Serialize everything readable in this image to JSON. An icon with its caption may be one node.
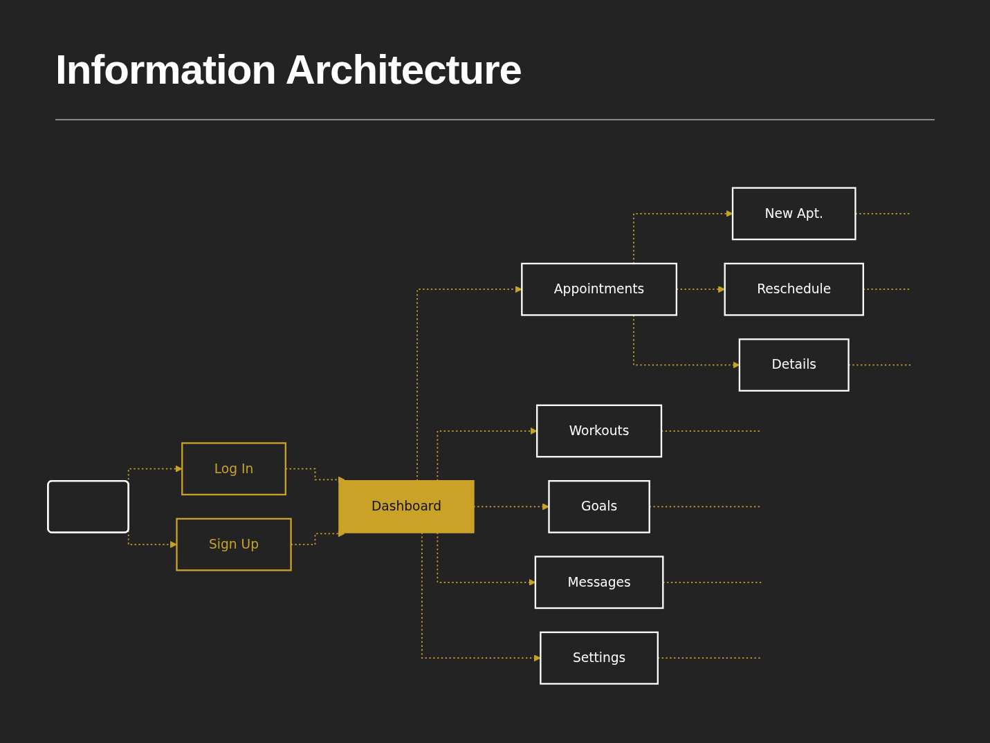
{
  "diagram": {
    "title": "Information Architecture",
    "nodes": [
      {
        "text": [],
        "shape": "box"
      },
      {
        "text": [
          "Log In"
        ]
      },
      {
        "text": [
          "Sign Up"
        ]
      },
      {
        "text": [
          "Dashboard"
        ]
      },
      {
        "text": [
          "Workouts"
        ]
      },
      {
        "text": [
          "Appointments"
        ]
      },
      {
        "text": [
          "New Apt."
        ]
      },
      {
        "text": [
          "Reschedule"
        ]
      },
      {
        "text": [
          "Details"
        ]
      },
      {
        "text": [
          "Goals"
        ]
      },
      {
        "text": [
          "Messages"
        ]
      },
      {
        "text": [
          "Settings"
        ]
      }
    ],
    "edges": [
      {
        "from": 0,
        "to": 1,
        "arrow": "to",
        "style": "dashed"
      },
      {
        "from": 0,
        "to": 2,
        "arrow": "to",
        "style": "dashed"
      },
      {
        "from": 1,
        "to": 3,
        "arrow": "to",
        "style": "dashed"
      },
      {
        "from": 2,
        "to": 3,
        "arrow": "to",
        "style": "dashed"
      },
      {
        "from": 3,
        "to": 4,
        "arrow": "to",
        "style": "dashed"
      },
      {
        "from": 3,
        "to": 5,
        "arrow": "to",
        "style": "dashed"
      },
      {
        "from": 5,
        "to": 6,
        "arrow": "to",
        "style": "dashed"
      },
      {
        "from": 5,
        "to": 7,
        "arrow": "to",
        "style": "dashed"
      },
      {
        "from": 5,
        "to": 8,
        "arrow": "to",
        "style": "dashed"
      },
      {
        "from": 3,
        "to": 9,
        "arrow": "to",
        "style": "dashed"
      },
      {
        "from": 3,
        "to": 10,
        "arrow": "to",
        "style": "dashed"
      },
      {
        "from": 3,
        "to": 11,
        "arrow": "to",
        "style": "dashed"
      },
      {
        "from": 4,
        "to": null,
        "arrow": "none",
        "style": "dashed"
      },
      {
        "from": 6,
        "to": null,
        "arrow": "none",
        "style": "dashed"
      },
      {
        "from": 7,
        "to": null,
        "arrow": "none",
        "style": "dashed"
      },
      {
        "from": 8,
        "to": null,
        "arrow": "none",
        "style": "dashed"
      },
      {
        "from": 9,
        "to": null,
        "arrow": "none",
        "style": "dashed"
      },
      {
        "from": 10,
        "to": null,
        "arrow": "none",
        "style": "dashed"
      },
      {
        "from": 11,
        "to": null,
        "arrow": "none",
        "style": "dashed"
      }
    ]
  }
}
